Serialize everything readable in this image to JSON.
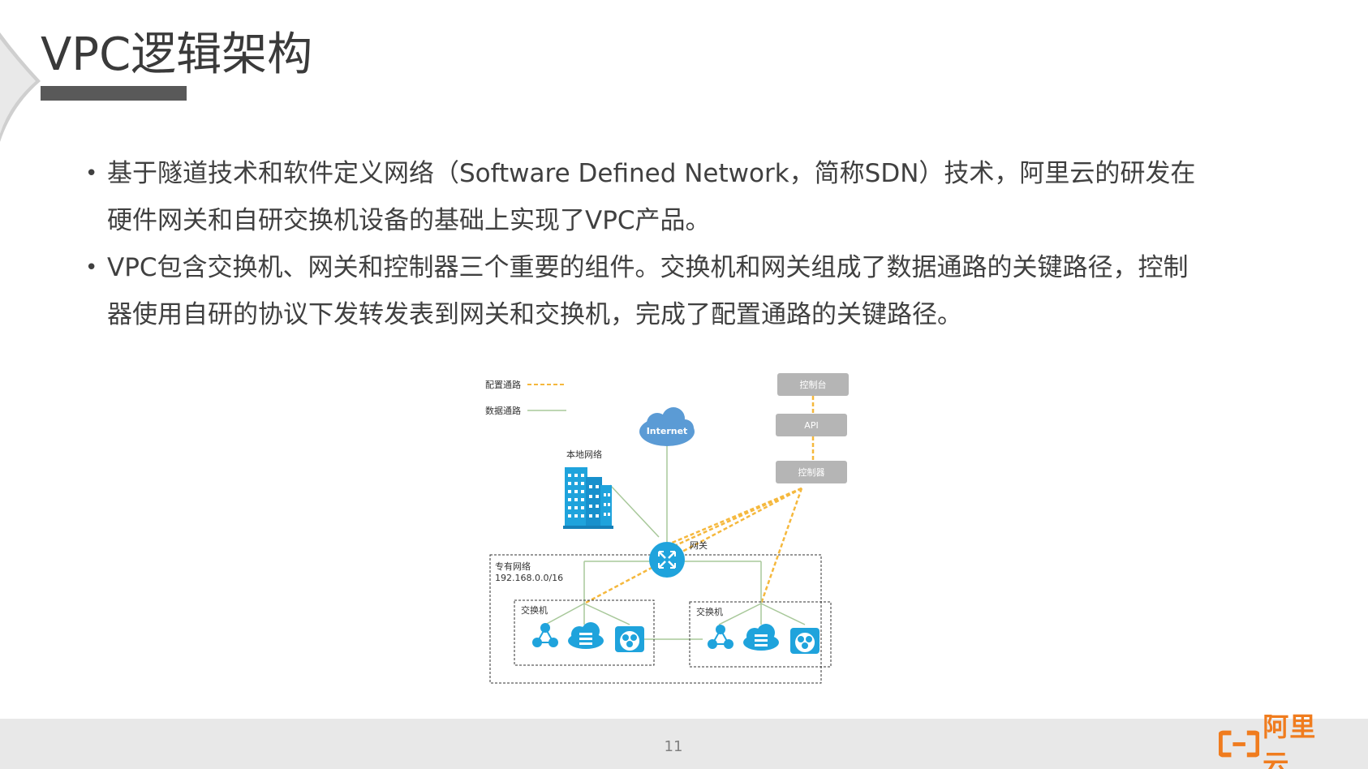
{
  "slide": {
    "title": "VPC逻辑架构",
    "bullets": [
      {
        "lines": [
          "基于隧道技术和软件定义网络（Software Defined Network，简称SDN）技术，阿里云的研发在",
          "硬件网关和自研交换机设备的基础上实现了VPC产品。"
        ]
      },
      {
        "lines": [
          "VPC包含交换机、网关和控制器三个重要的组件。交换机和网关组成了数据通路的关键路径，控制",
          "器使用自研的协议下发转发表到网关和交换机，完成了配置通路的关键路径。"
        ]
      }
    ],
    "bullet_char": "•"
  },
  "diagram": {
    "legend": {
      "config_path": "配置通路",
      "data_path": "数据通路"
    },
    "console": "控制台",
    "api": "API",
    "controller": "控制器",
    "internet": "Internet",
    "local_network": "本地网络",
    "gateway": "网关",
    "vpc_label": "专有网络",
    "vpc_cidr": "192.168.0.0/16",
    "switch_left": "交换机",
    "switch_right": "交换机",
    "colors": {
      "config_line": "#f5b83d",
      "data_line": "#a8c89a",
      "box_fill": "#b5b5b5",
      "blue": "#1fa3dc",
      "cloud": "#5b9bd5"
    }
  },
  "footer": {
    "page_number": "11",
    "logo_text": "阿里云",
    "logo_color": "#f07c1e"
  }
}
